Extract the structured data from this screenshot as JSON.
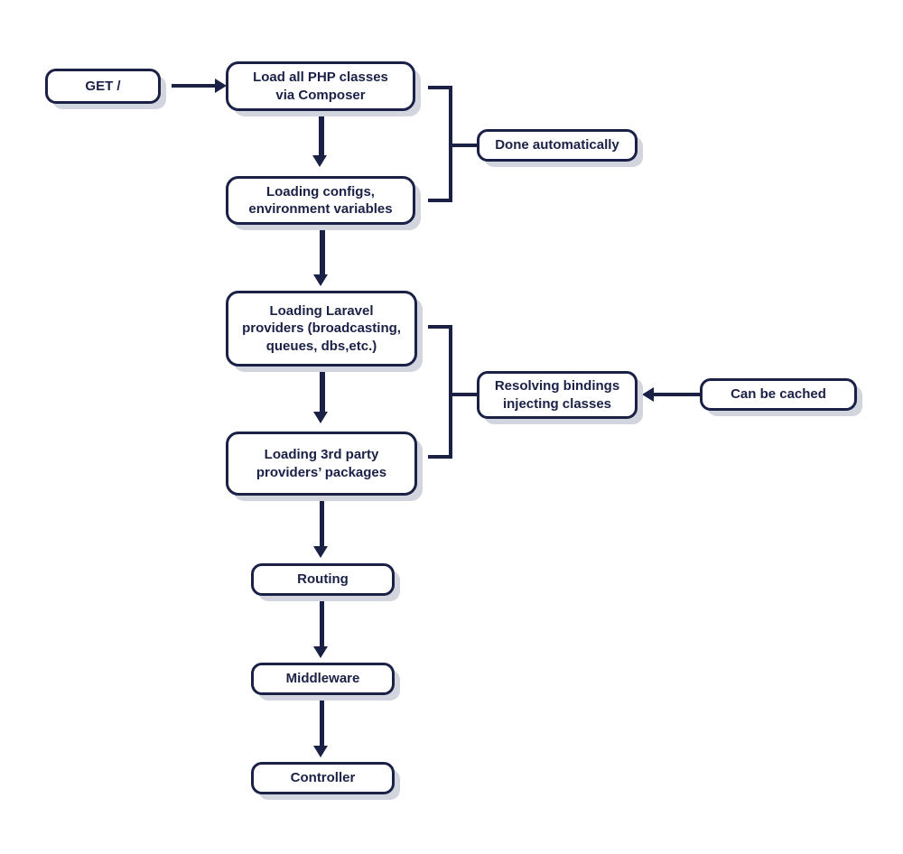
{
  "diagram": {
    "title": "Laravel request lifecycle flowchart",
    "colors": {
      "stroke": "#1b2146",
      "fill": "#ffffff",
      "shadow": "#d2d5de",
      "background": "#ffffff"
    },
    "nodes": {
      "get_root": "GET /",
      "load_php_classes": "Load all PHP classes\nvia Composer",
      "loading_configs": "Loading configs,\nenvironment variables",
      "loading_laravel_providers": "Loading Laravel\nproviders (broadcasting,\nqueues, dbs,etc.)",
      "loading_third_party": "Loading 3rd party\nproviders’ packages",
      "routing": "Routing",
      "middleware": "Middleware",
      "controller": "Controller"
    },
    "annotations": {
      "done_automatically": "Done automatically",
      "resolving_bindings": "Resolving bindings\ninjecting classes",
      "can_be_cached": "Can be cached"
    },
    "edges": [
      {
        "from": "GET /",
        "to": "Load all PHP classes via Composer",
        "direction": "right"
      },
      {
        "from": "Load all PHP classes via Composer",
        "to": "Loading configs, environment variables",
        "direction": "down"
      },
      {
        "from": "Loading configs, environment variables",
        "to": "Loading Laravel providers (broadcasting, queues, dbs,etc.)",
        "direction": "down"
      },
      {
        "from": "Loading Laravel providers (broadcasting, queues, dbs,etc.)",
        "to": "Loading 3rd party providers’ packages",
        "direction": "down"
      },
      {
        "from": "Loading 3rd party providers’ packages",
        "to": "Routing",
        "direction": "down"
      },
      {
        "from": "Routing",
        "to": "Middleware",
        "direction": "down"
      },
      {
        "from": "Middleware",
        "to": "Controller",
        "direction": "down"
      },
      {
        "from": "Can be cached",
        "to": "Resolving bindings injecting classes",
        "direction": "left"
      }
    ],
    "brackets": [
      {
        "label": "Done automatically",
        "groups": [
          "Load all PHP classes via Composer",
          "Loading configs, environment variables"
        ]
      },
      {
        "label": "Resolving bindings injecting classes",
        "groups": [
          "Loading Laravel providers (broadcasting, queues, dbs,etc.)",
          "Loading 3rd party providers’ packages"
        ]
      }
    ]
  }
}
